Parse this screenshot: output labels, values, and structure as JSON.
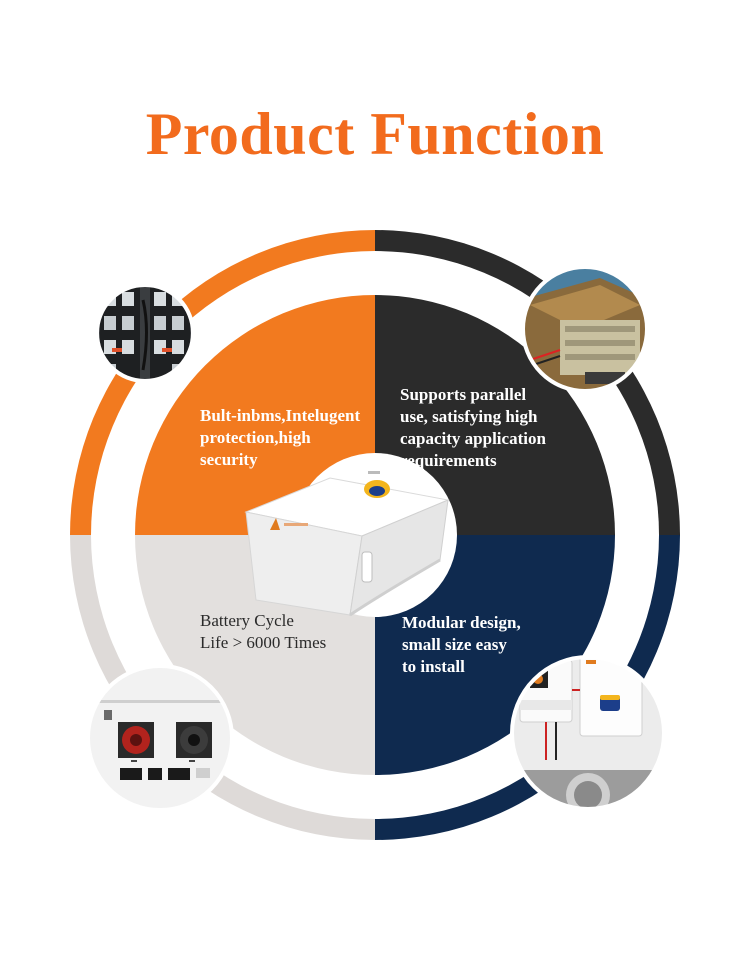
{
  "title": "Product Function",
  "colors": {
    "title": "#f26b1d",
    "orange": "#f27a1f",
    "charcoal": "#2b2b2b",
    "grey": "#e3e0de",
    "navy": "#0f2a4f"
  },
  "quadrants": [
    {
      "id": "top-left",
      "lines": [
        "Bult-inbms,Intelugent",
        "protection,high",
        "security"
      ]
    },
    {
      "id": "top-right",
      "lines": [
        "Supports parallel",
        "use, satisfying high",
        "capacity application",
        "requirements"
      ]
    },
    {
      "id": "bottom-left",
      "lines": [
        "Battery Cycle",
        "Life > 6000 Times"
      ]
    },
    {
      "id": "bottom-right",
      "lines": [
        "Modular design,",
        "small size easy",
        "to install"
      ]
    }
  ],
  "photos": {
    "top_left": "battery-cells-photo",
    "top_right": "bms-board-photo",
    "bottom_left": "terminal-panel-photo",
    "bottom_right": "installed-inverter-photo",
    "center": "battery-module-photo"
  }
}
